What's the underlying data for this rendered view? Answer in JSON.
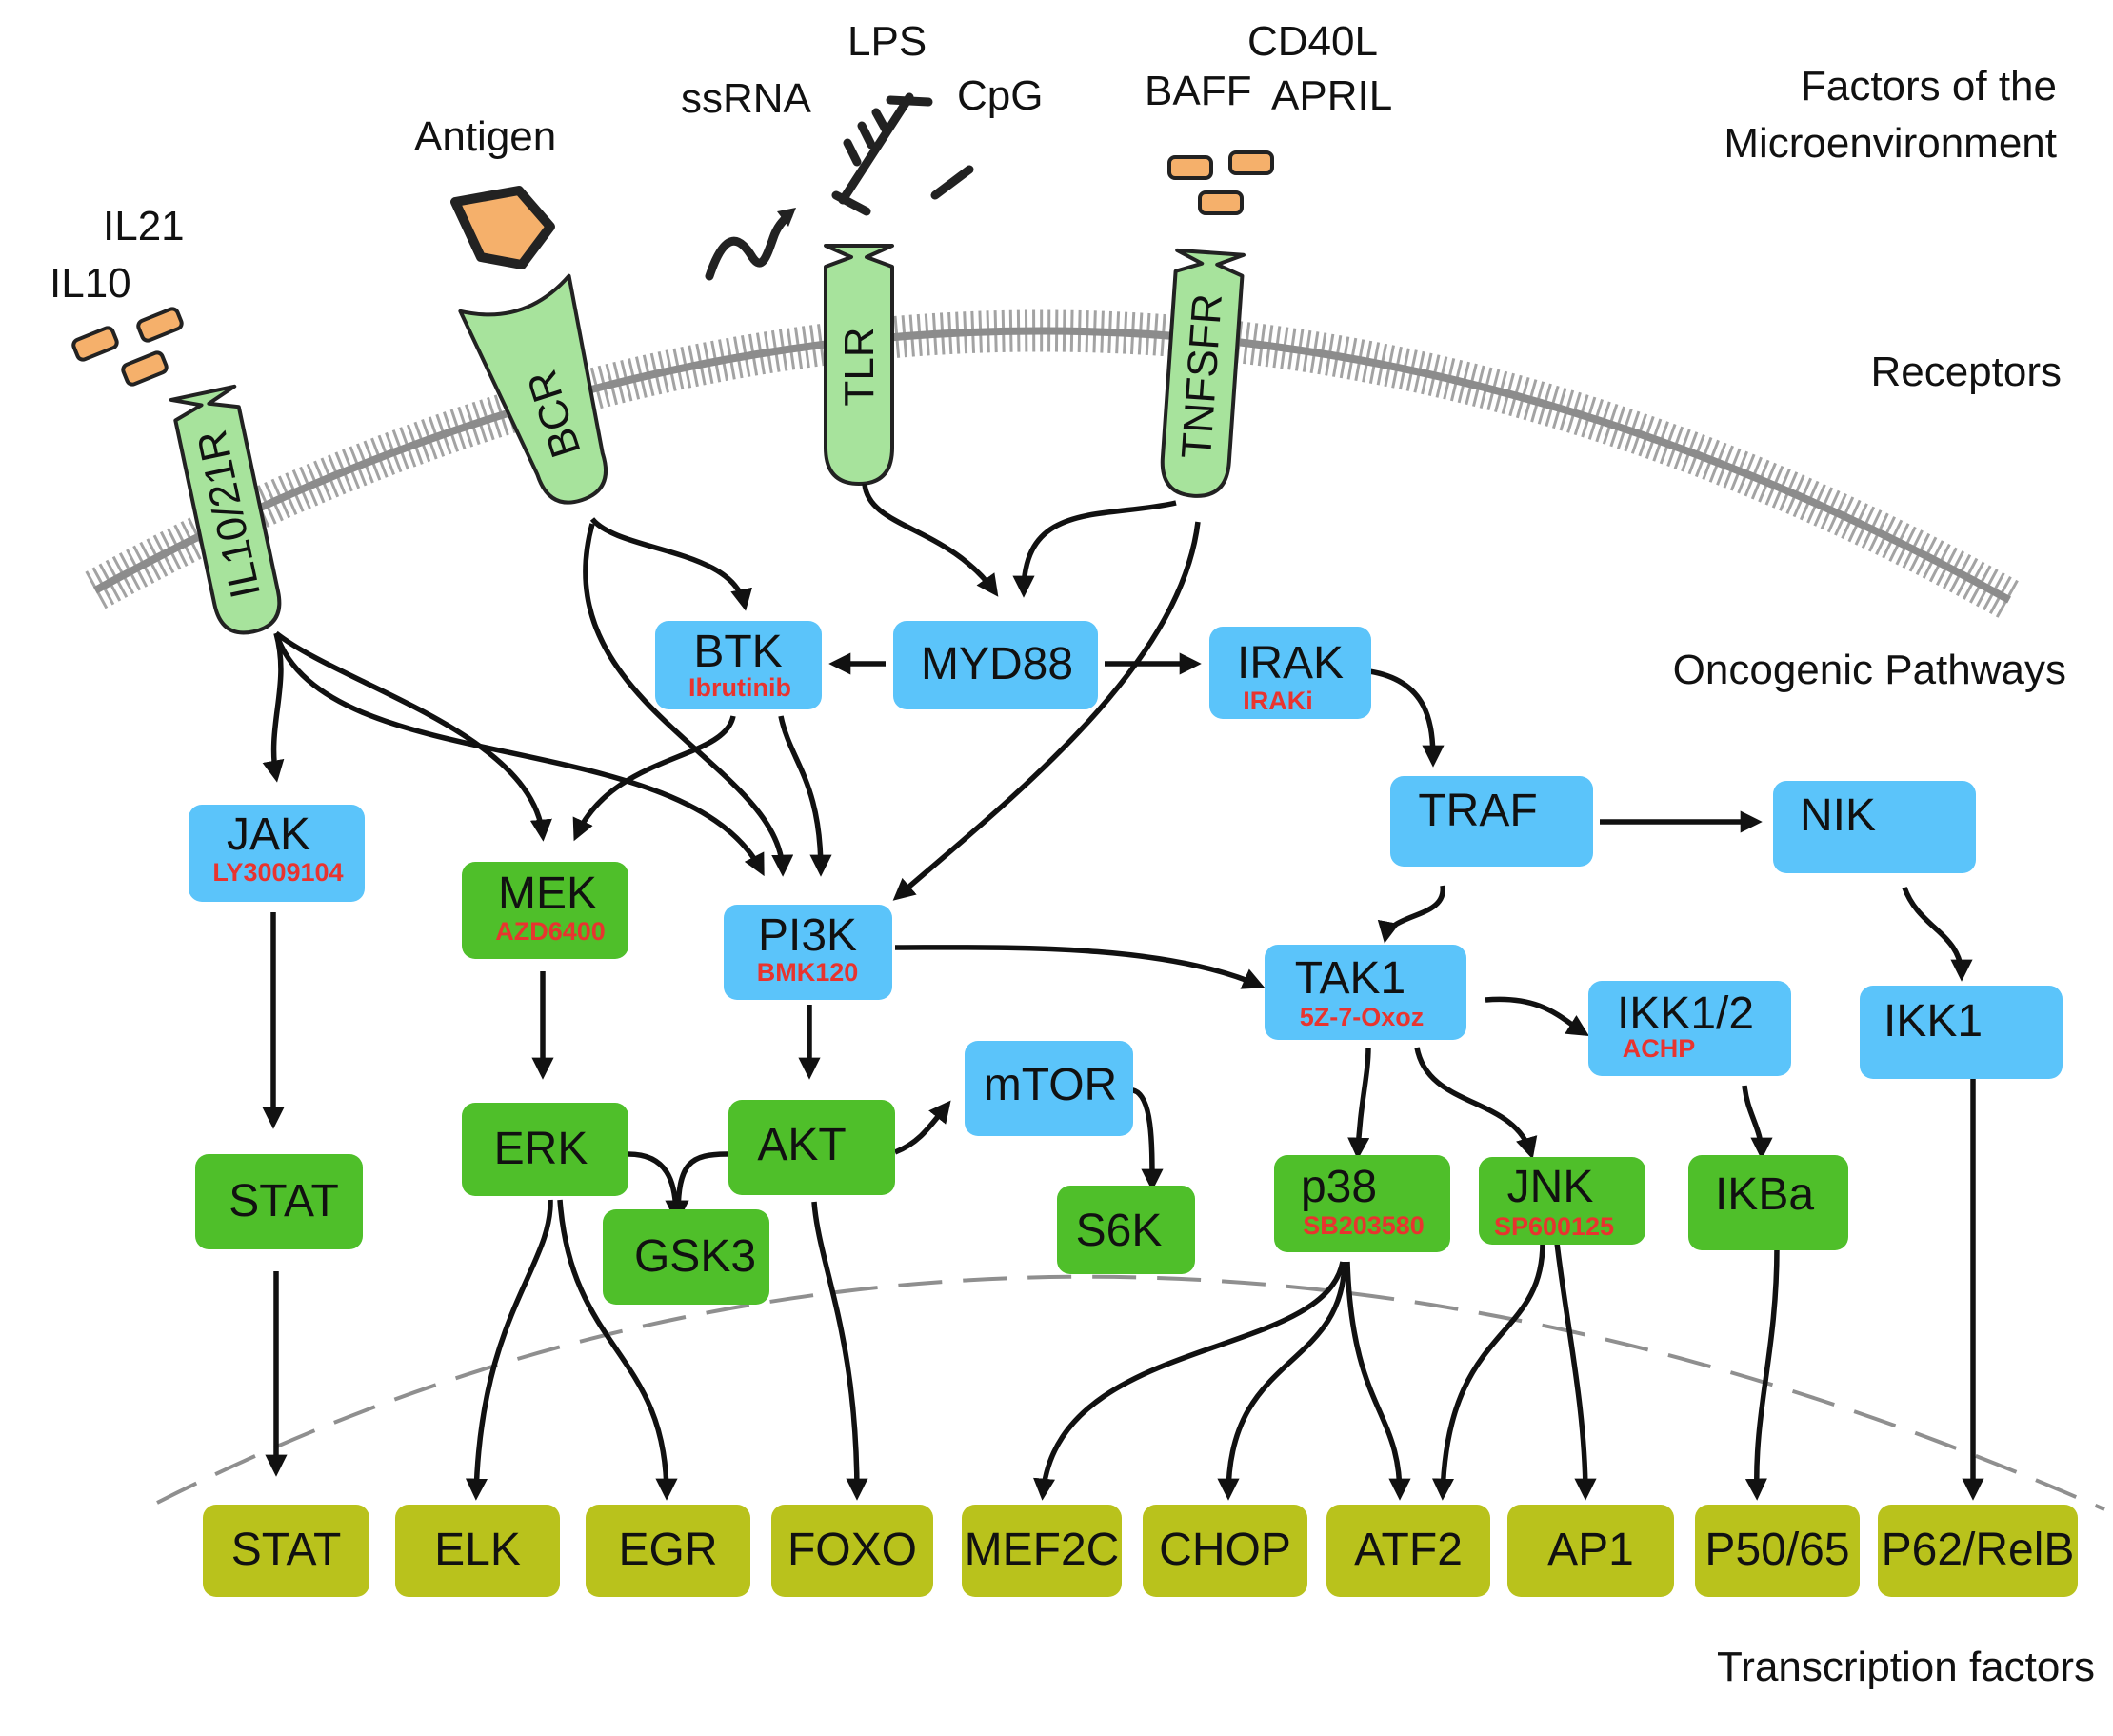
{
  "colors": {
    "pathway_node": "#5bc4fa",
    "kinase_node": "#4fbf2a",
    "tf_node": "#b9c21c",
    "receptor": "#a7e39c",
    "ligand": "#f5b06b",
    "drug_text": "#e8342f",
    "membrane": "#9a9a9a"
  },
  "sections": {
    "microenvironment_line1": "Factors of the",
    "microenvironment_line2": "Microenvironment",
    "receptors": "Receptors",
    "pathways": "Oncogenic Pathways",
    "transcription_factors": "Transcription factors"
  },
  "ligands": {
    "il21": "IL21",
    "il10": "IL10",
    "antigen": "Antigen",
    "lps": "LPS",
    "ssrna": "ssRNA",
    "cpg": "CpG",
    "cd40l": "CD40L",
    "baff": "BAFF",
    "april": "APRIL"
  },
  "receptors": {
    "il10_21r": "IL10/21R",
    "bcr": "BCR",
    "tlr": "TLR",
    "tnfsfr": "TNFSFR"
  },
  "nodes": {
    "btk": {
      "label": "BTK",
      "drug": "Ibrutinib"
    },
    "myd88": {
      "label": "MYD88"
    },
    "irak": {
      "label": "IRAK",
      "drug": "IRAKi"
    },
    "jak": {
      "label": "JAK",
      "drug": "LY3009104"
    },
    "mek": {
      "label": "MEK",
      "drug": "AZD6400"
    },
    "pi3k": {
      "label": "PI3K",
      "drug": "BMK120"
    },
    "traf": {
      "label": "TRAF"
    },
    "nik": {
      "label": "NIK"
    },
    "tak1": {
      "label": "TAK1",
      "drug": "5Z-7-Oxoz"
    },
    "ikk12": {
      "label": "IKK1/2",
      "drug": "ACHP"
    },
    "ikk1": {
      "label": "IKK1"
    },
    "mtor": {
      "label": "mTOR"
    },
    "stat": {
      "label": "STAT"
    },
    "erk": {
      "label": "ERK"
    },
    "akt": {
      "label": "AKT"
    },
    "gsk3": {
      "label": "GSK3"
    },
    "s6k": {
      "label": "S6K"
    },
    "p38": {
      "label": "p38",
      "drug": "SB203580"
    },
    "jnk": {
      "label": "JNK",
      "drug": "SP600125"
    },
    "ikba": {
      "label": "IKBa"
    }
  },
  "transcription_factors": [
    "STAT",
    "ELK",
    "EGR",
    "FOXO",
    "MEF2C",
    "CHOP",
    "ATF2",
    "AP1",
    "P50/65",
    "P62/RelB"
  ]
}
